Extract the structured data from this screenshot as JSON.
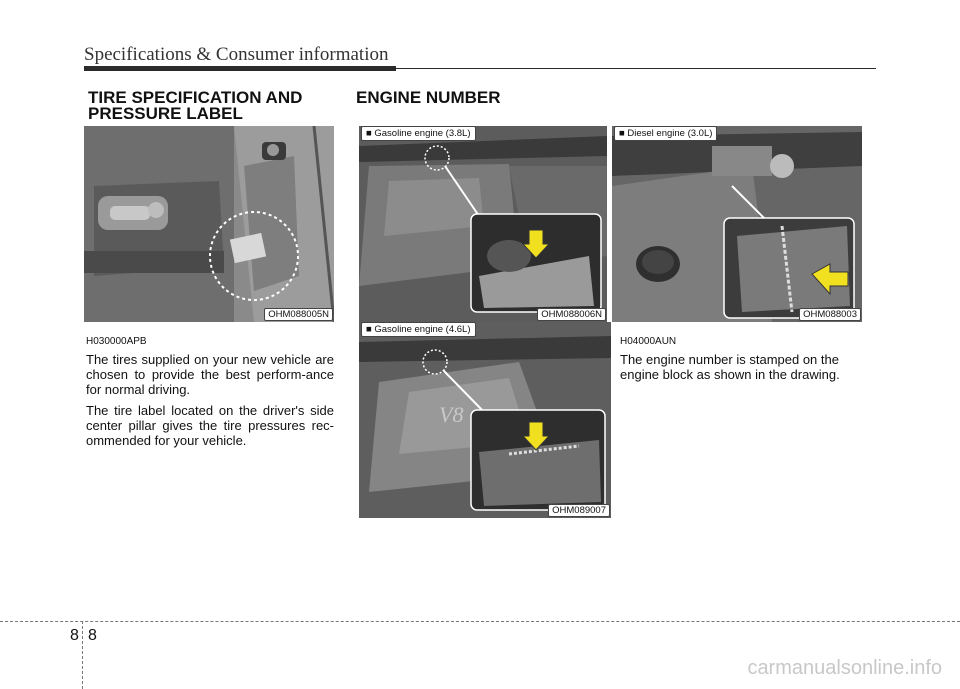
{
  "header": {
    "title": "Specifications & Consumer information"
  },
  "tire_section": {
    "title_line1": "TIRE SPECIFICATION AND",
    "title_line2": "PRESSURE LABEL",
    "image_code": "OHM088005N",
    "ref_code": "H030000APB",
    "para1": "The tires supplied on your new vehicle are chosen to provide the best perform-ance for normal driving.",
    "para2": "The tire label located on the driver's side center pillar gives the tire pressures rec-ommended for your vehicle."
  },
  "engine_section": {
    "title": "ENGINE NUMBER",
    "images": [
      {
        "caption": "■ Gasoline engine (3.8L)",
        "code": "OHM088006N"
      },
      {
        "caption": "■ Diesel engine (3.0L)",
        "code": "OHM088003"
      },
      {
        "caption": "■ Gasoline engine (4.6L)",
        "code": "OHM089007"
      }
    ],
    "ref_code": "H04000AUN",
    "para": "The engine number is stamped on the engine block as shown in the drawing."
  },
  "footer": {
    "page_left": "8",
    "page_right": "8",
    "watermark": "carmanualsonline.info"
  }
}
